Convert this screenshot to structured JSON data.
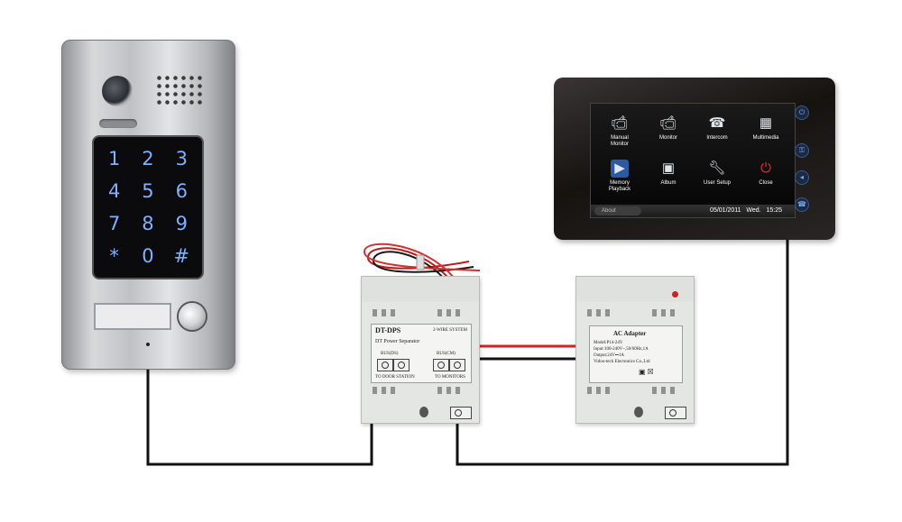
{
  "door_station": {
    "keys": [
      "1",
      "2",
      "3",
      "4",
      "5",
      "6",
      "7",
      "8",
      "9",
      "*",
      "0",
      "#"
    ]
  },
  "monitor": {
    "menu": [
      {
        "label": "Manual\nMonitor",
        "icon": "camera-icon",
        "badge": "1"
      },
      {
        "label": "Monitor",
        "icon": "camera-icon",
        "badge": "A"
      },
      {
        "label": "Intercom",
        "icon": "phone-icon",
        "badge": ""
      },
      {
        "label": "Multimedia",
        "icon": "film-icon",
        "badge": ""
      },
      {
        "label": "Memory\nPlayback",
        "icon": "play-icon",
        "badge": ""
      },
      {
        "label": "Album",
        "icon": "photo-icon",
        "badge": ""
      },
      {
        "label": "User Setup",
        "icon": "wrench-icon",
        "badge": ""
      },
      {
        "label": "Close",
        "icon": "power-icon",
        "badge": ""
      }
    ],
    "about_label": "About",
    "date": "05/01/2011",
    "weekday": "Wed.",
    "time": "15:25"
  },
  "power_separator": {
    "title": "DT-DPS",
    "system": "2-WIRE SYSTEM",
    "name": "DT Power Separator",
    "bus_ds": "BUS(DS)",
    "bus_cm": "BUS(CM)",
    "to_door": "TO DOOR STATION",
    "to_monitor": "TO MONITORS"
  },
  "ac_adapter": {
    "title": "AC Adapter",
    "model": "Model:P14-24V",
    "input": "Input:100-240V~,50/60Hz,1A",
    "output": "Output:24V⎓1A",
    "maker": "Vidoo-tech Electronics Co.,Ltd"
  },
  "colors": {
    "wire": "#111111",
    "red_wire": "#d42020",
    "accent": "#7fb0ff"
  }
}
